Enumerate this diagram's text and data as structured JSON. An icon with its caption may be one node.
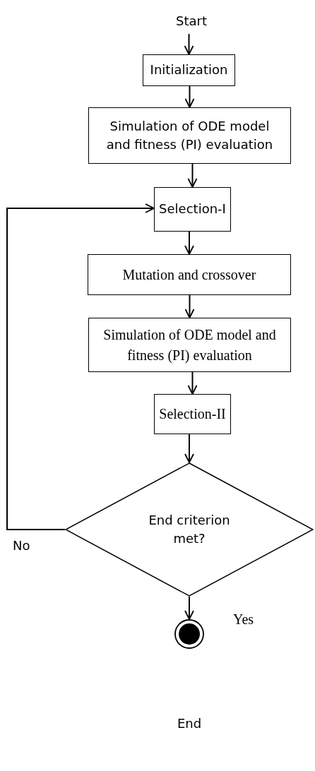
{
  "diagram": {
    "nodes": [
      {
        "text": [
          "Start"
        ]
      },
      {
        "text": [
          "Initialization"
        ]
      },
      {
        "text": [
          "Simulation of ODE model and fitness (PI) evaluation"
        ]
      },
      {
        "text": [
          "Selection-I"
        ]
      },
      {
        "text": [
          "Mutation and crossover"
        ]
      },
      {
        "text": [
          "Simulation of ODE model and fitness (PI) evaluation"
        ]
      },
      {
        "text": [
          "Selection-II"
        ]
      },
      {
        "text": [
          "End criterion met?"
        ]
      },
      {
        "text": [],
        "shape": "circle"
      }
    ],
    "edges": [
      {
        "from": 0,
        "to": 1,
        "arrow": "to"
      },
      {
        "from": 1,
        "to": 2,
        "arrow": "to"
      },
      {
        "from": 2,
        "to": 3,
        "arrow": "to"
      },
      {
        "from": 3,
        "to": 4,
        "arrow": "to"
      },
      {
        "from": 4,
        "to": 5,
        "arrow": "to"
      },
      {
        "from": 5,
        "to": 6,
        "arrow": "to"
      },
      {
        "from": 6,
        "to": 7,
        "arrow": "to"
      },
      {
        "from": 7,
        "to": 3,
        "arrow": "to",
        "label": "No"
      },
      {
        "from": 7,
        "to": 8,
        "arrow": "to",
        "label": "Yes"
      }
    ],
    "labels": [
      "End"
    ]
  }
}
